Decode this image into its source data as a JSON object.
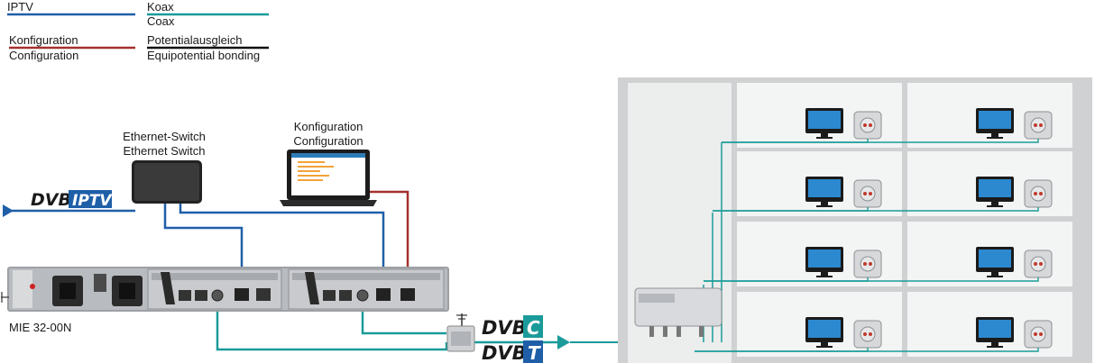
{
  "legend": {
    "iptv": {
      "label": "IPTV",
      "color": "#1f5fa8"
    },
    "coax": {
      "label_de": "Koax",
      "label_en": "Coax",
      "color": "#1a9b9a"
    },
    "config": {
      "label_de": "Konfiguration",
      "label_en": "Configuration",
      "color": "#a3312f"
    },
    "bonding": {
      "label_de": "Potentialausgleich",
      "label_en": "Equipotential bonding",
      "color": "#111111"
    }
  },
  "devices": {
    "switch": {
      "label_de": "Ethernet-Switch",
      "label_en": "Ethernet Switch"
    },
    "laptop": {
      "label_de": "Konfiguration",
      "label_en": "Configuration"
    },
    "headend": {
      "label": "MIE 32-00N"
    }
  },
  "logos": {
    "dvb_iptv": {
      "dvb": "DVB",
      "suffix": "IPTV"
    },
    "dvb_c": {
      "dvb": "DVB",
      "suffix": "C"
    },
    "dvb_t": {
      "dvb": "DVB",
      "suffix": "T"
    }
  },
  "building": {
    "rows": 4,
    "columns": 2
  }
}
